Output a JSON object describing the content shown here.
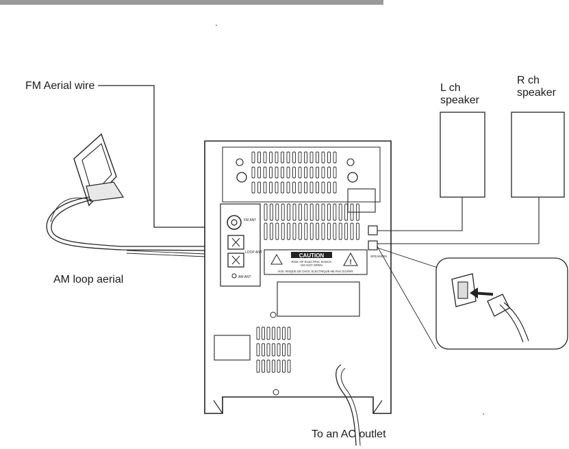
{
  "labels": {
    "fm_aerial": "FM Aerial wire",
    "am_loop": "AM loop aerial",
    "l_ch_line1": "L ch",
    "l_ch_line2": "speaker",
    "r_ch_line1": "R ch",
    "r_ch_line2": "speaker",
    "ac_outlet": "To an AC outlet"
  },
  "unit_panel": {
    "caution_title": "CAUTION",
    "caution_line1": "RISK OF ELECTRIC SHOCK",
    "caution_line2": "DO NOT OPEN",
    "caution_line3": "AVIS: RISQUE DE CHOC ELECTRIQUE-NE PAS OUVRIR.",
    "fm_ant": "FM ANT",
    "loop_ant": "LOOP ANT",
    "am_ant": "AM ANT",
    "speakers": "SPEAKERS"
  }
}
